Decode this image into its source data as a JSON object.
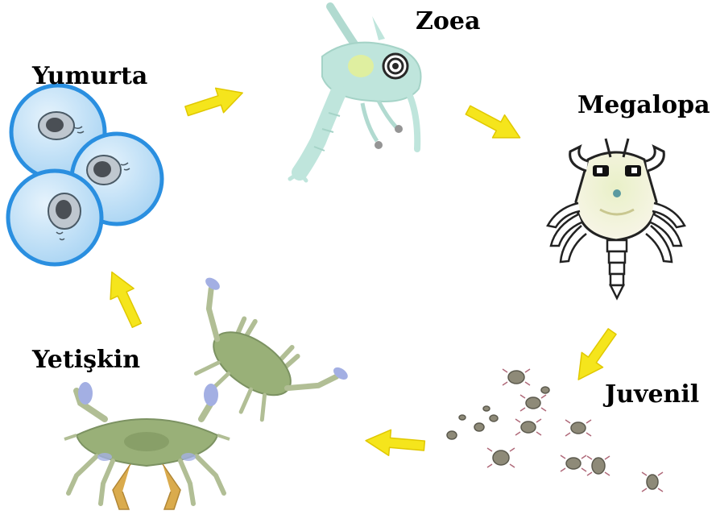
{
  "diagram": {
    "stages": [
      {
        "id": "yumurta",
        "label": "Yumurta"
      },
      {
        "id": "zoea",
        "label": "Zoea"
      },
      {
        "id": "megalopa",
        "label": "Megalopa"
      },
      {
        "id": "juvenil",
        "label": "Juvenil"
      },
      {
        "id": "yetiskin",
        "label": "Yetişkin"
      }
    ],
    "flow": [
      "yumurta",
      "zoea",
      "megalopa",
      "juvenil",
      "yetiskin",
      "yumurta"
    ]
  },
  "colors": {
    "arrow_fill": "#f5e51c",
    "arrow_stroke": "#e0c800",
    "egg_outline": "#2a8fe0",
    "egg_fill": "#a9d4f3",
    "zoea_body": "#b9e3d9",
    "megalopa_outline": "#222222",
    "megalopa_fill": "#f3f1d8",
    "crab_body": "#8fa86a",
    "crab_claw": "#9aa7e0"
  }
}
